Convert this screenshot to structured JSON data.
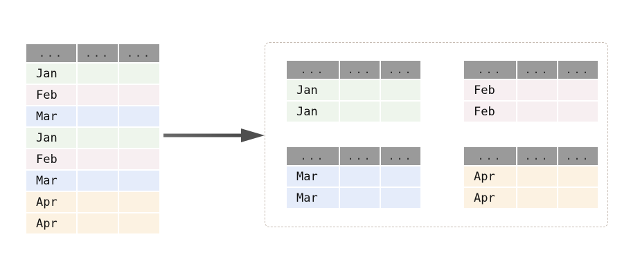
{
  "diagram": {
    "title": "groupby-split-diagram",
    "colors": {
      "header_gray": "#9a9a9a",
      "arrow_gray": "#555555",
      "dashed_border": "#c7bcb3",
      "jan_tint": "#eef5ec",
      "feb_tint": "#f7eff1",
      "mar_tint": "#e5ecfa",
      "apr_tint": "#fcf2e2",
      "background": "#ffffff"
    },
    "header_placeholder": "...",
    "blank_cell": "",
    "arrow": {
      "icon": "right-arrow-icon",
      "direction": "right"
    }
  },
  "source_table": {
    "name": "source-table",
    "columns": [
      "...",
      "...",
      "..."
    ],
    "rows": [
      {
        "label": "Jan",
        "tint": "m-jan",
        "cells": [
          "",
          ""
        ]
      },
      {
        "label": "Feb",
        "tint": "m-feb",
        "cells": [
          "",
          ""
        ]
      },
      {
        "label": "Mar",
        "tint": "m-mar",
        "cells": [
          "",
          ""
        ]
      },
      {
        "label": "Jan",
        "tint": "m-jan",
        "cells": [
          "",
          ""
        ]
      },
      {
        "label": "Feb",
        "tint": "m-feb",
        "cells": [
          "",
          ""
        ]
      },
      {
        "label": "Mar",
        "tint": "m-mar",
        "cells": [
          "",
          ""
        ]
      },
      {
        "label": "Apr",
        "tint": "m-apr",
        "cells": [
          "",
          ""
        ]
      },
      {
        "label": "Apr",
        "tint": "m-apr",
        "cells": [
          "",
          ""
        ]
      }
    ]
  },
  "groups": [
    {
      "key": "Jan",
      "name": "group-table-jan",
      "tint": "m-jan",
      "columns": [
        "...",
        "...",
        "..."
      ],
      "rows": [
        {
          "label": "Jan",
          "cells": [
            "",
            ""
          ]
        },
        {
          "label": "Jan",
          "cells": [
            "",
            ""
          ]
        }
      ]
    },
    {
      "key": "Feb",
      "name": "group-table-feb",
      "tint": "m-feb",
      "columns": [
        "...",
        "...",
        "..."
      ],
      "rows": [
        {
          "label": "Feb",
          "cells": [
            "",
            ""
          ]
        },
        {
          "label": "Feb",
          "cells": [
            "",
            ""
          ]
        }
      ]
    },
    {
      "key": "Mar",
      "name": "group-table-mar",
      "tint": "m-mar",
      "columns": [
        "...",
        "...",
        "..."
      ],
      "rows": [
        {
          "label": "Mar",
          "cells": [
            "",
            ""
          ]
        },
        {
          "label": "Mar",
          "cells": [
            "",
            ""
          ]
        }
      ]
    },
    {
      "key": "Apr",
      "name": "group-table-apr",
      "tint": "m-apr",
      "columns": [
        "...",
        "...",
        "..."
      ],
      "rows": [
        {
          "label": "Apr",
          "cells": [
            "",
            ""
          ]
        },
        {
          "label": "Apr",
          "cells": [
            "",
            ""
          ]
        }
      ]
    }
  ]
}
